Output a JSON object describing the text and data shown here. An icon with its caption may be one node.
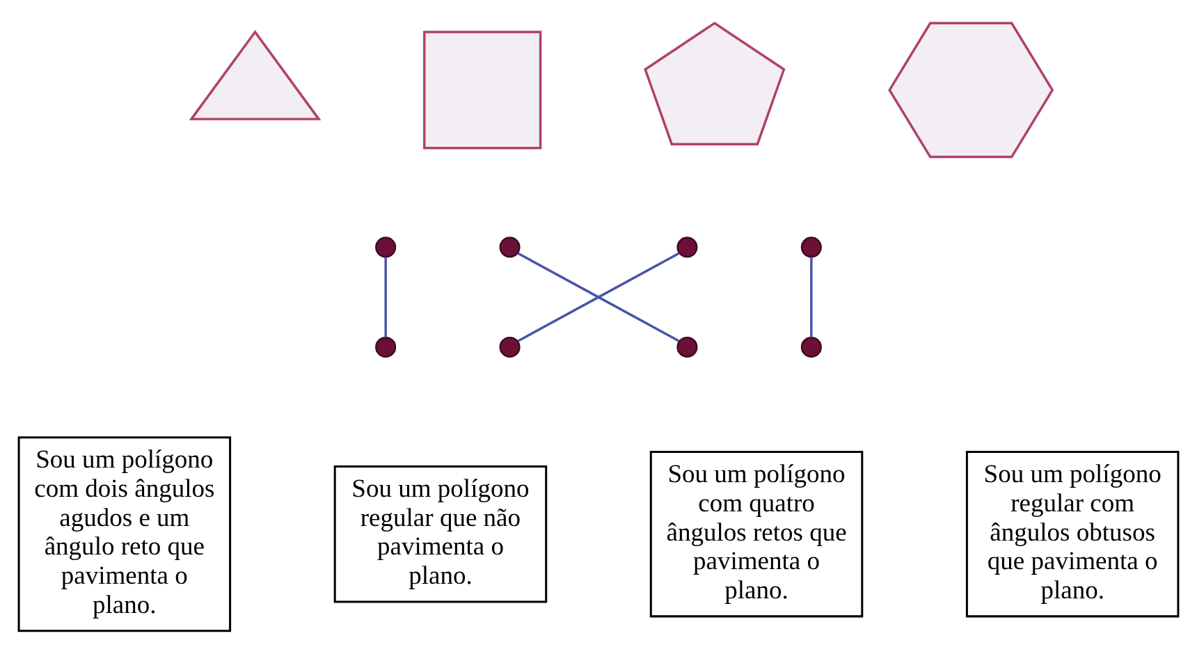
{
  "diagram": {
    "nodes": [
      {
        "text": [],
        "shape": "triangle"
      },
      {
        "text": [],
        "shape": "square"
      },
      {
        "text": [],
        "shape": "pentagon"
      },
      {
        "text": [],
        "shape": "hexagon"
      },
      {
        "text": [],
        "shape": "circle"
      },
      {
        "text": [],
        "shape": "circle"
      },
      {
        "text": [],
        "shape": "circle"
      },
      {
        "text": [],
        "shape": "circle"
      },
      {
        "text": [],
        "shape": "circle"
      },
      {
        "text": [],
        "shape": "circle"
      },
      {
        "text": [],
        "shape": "circle"
      },
      {
        "text": [],
        "shape": "circle"
      },
      {
        "text": [
          "Sou um polígono com dois ângulos agudos e um ângulo reto que pavimenta o plano."
        ]
      },
      {
        "text": [
          "Sou um polígono regular que não pavimenta o plano."
        ]
      },
      {
        "text": [
          "Sou um polígono com quatro ângulos retos que pavimenta o plano."
        ]
      },
      {
        "text": [
          "Sou um polígono regular com ângulos obtusos que pavimenta o plano."
        ]
      }
    ],
    "edges": [
      {
        "from": 4,
        "to": 8,
        "arrow": "none"
      },
      {
        "from": 5,
        "to": 10,
        "arrow": "none"
      },
      {
        "from": 6,
        "to": 9,
        "arrow": "none"
      },
      {
        "from": 7,
        "to": 11,
        "arrow": "none"
      }
    ]
  }
}
